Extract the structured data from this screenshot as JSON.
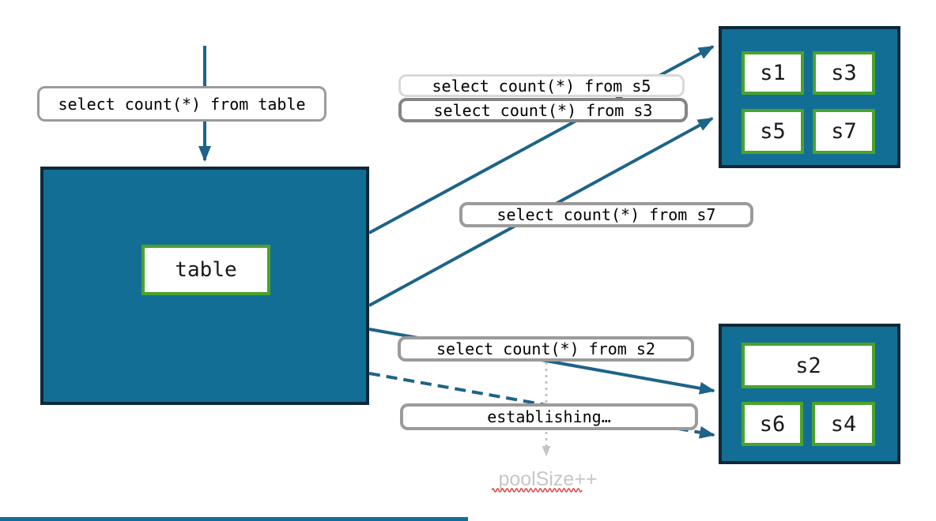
{
  "nodes": {
    "table": {
      "label": "table"
    },
    "top_group": {
      "cells": [
        "s1",
        "s3",
        "s5",
        "s7"
      ]
    },
    "bottom_group": {
      "cells": [
        "s2",
        "s6",
        "s4"
      ]
    }
  },
  "queries": {
    "to_table": "select count(*) from table",
    "to_s5": "select count(*) from s5",
    "to_s3": "select count(*) from s3",
    "to_s7": "select count(*) from s7",
    "to_s2": "select count(*) from s2",
    "establishing": "establishing…"
  },
  "annotations": {
    "pool_size": "poolSize++"
  },
  "edges": [
    {
      "from": "client",
      "to": "table",
      "style": "solid-arrow"
    },
    {
      "from": "table",
      "to": "top_group",
      "style": "solid-arrow"
    },
    {
      "from": "table",
      "to": "top_group",
      "style": "solid-arrow"
    },
    {
      "from": "table",
      "to": "bottom_group",
      "style": "solid-arrow"
    },
    {
      "from": "table",
      "to": "bottom_group",
      "style": "dashed-arrow"
    },
    {
      "from": "query_s2_label",
      "to": "pool_size",
      "style": "dotted-gray-arrow"
    }
  ],
  "colors": {
    "shard_fill": "#136e96",
    "shard_border": "#0e2938",
    "cell_border": "#4aa32b",
    "arrow": "#1e6388",
    "label_border": "#9b9b9b",
    "label_border_faded": "#d9d9d9",
    "label_border_dark": "#858585",
    "muted_text": "#c7c7c7",
    "muted_arrow": "#c4c4c4",
    "squiggle_red": "#dd3a30"
  }
}
